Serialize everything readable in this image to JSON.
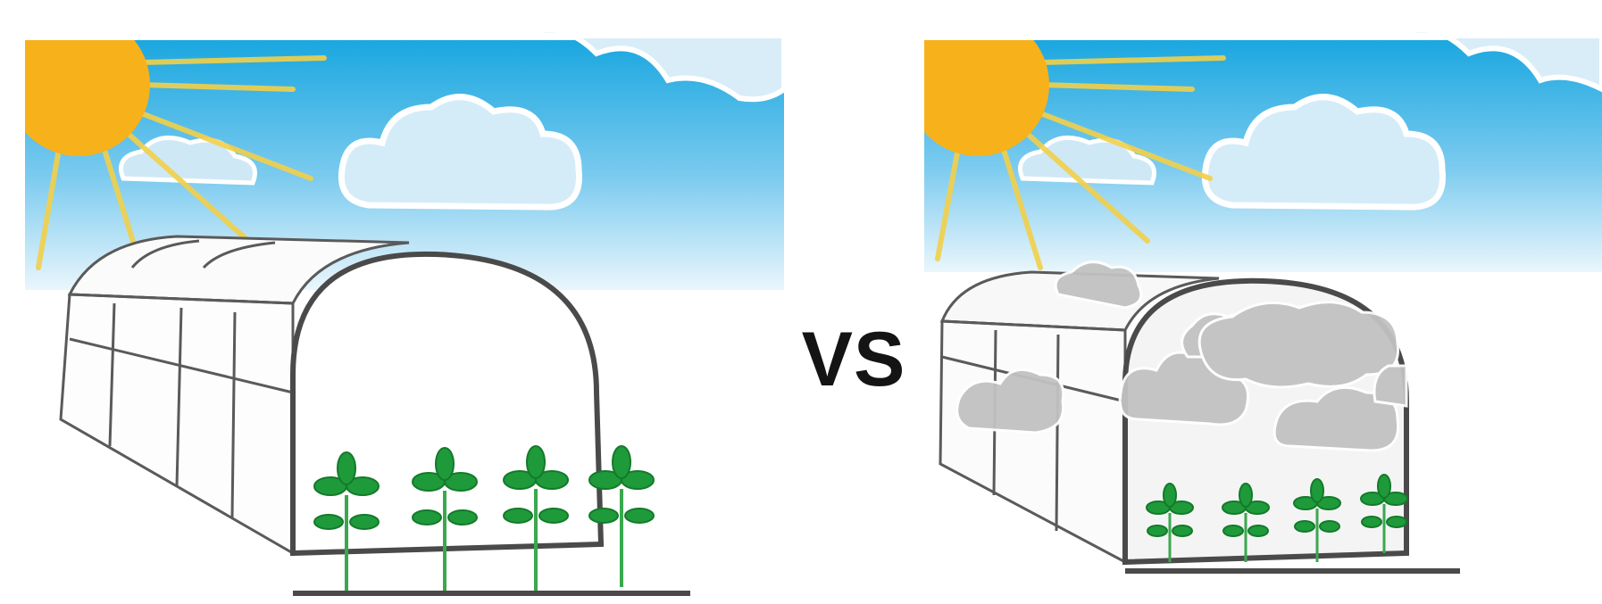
{
  "comparison": {
    "separator_label": "VS",
    "left_scene": {
      "sky_icon": "sun-icon",
      "greenhouse_icon": "greenhouse-icon",
      "plant_count": 4,
      "haze_inside": false
    },
    "right_scene": {
      "sky_icon": "sun-icon",
      "greenhouse_icon": "greenhouse-icon",
      "plant_count": 4,
      "haze_inside": true
    }
  },
  "colors": {
    "sky_top": "#1aa7e0",
    "sky_bottom": "#eaf6fc",
    "sun": "#f7b21b",
    "sun_ray": "#f0d35a",
    "cloud": "#d9edf8",
    "cloud_highlight": "#ffffff",
    "greenhouse_frame": "#555555",
    "plant": "#1f9a3a",
    "haze": "#c2c2c2"
  }
}
